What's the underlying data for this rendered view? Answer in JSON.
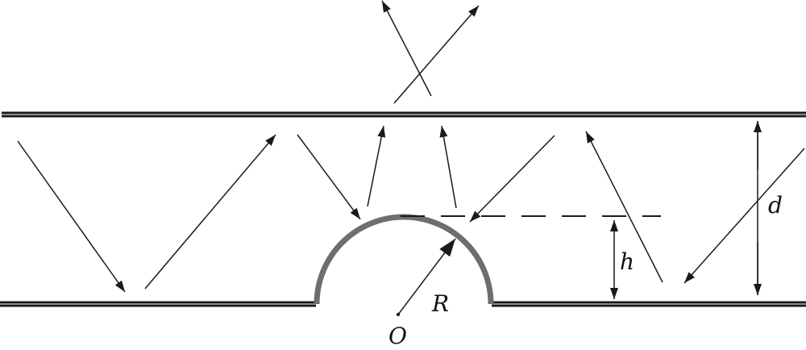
{
  "labels": {
    "d": "d",
    "h": "h",
    "R": "R",
    "O": "O"
  },
  "colors": {
    "plate_outer": "#1a1a1a",
    "plate_inner": "#8a8a8a",
    "arc": "#6e6e6e",
    "ray": "#1a1a1a",
    "dimension": "#1a1a1a"
  }
}
